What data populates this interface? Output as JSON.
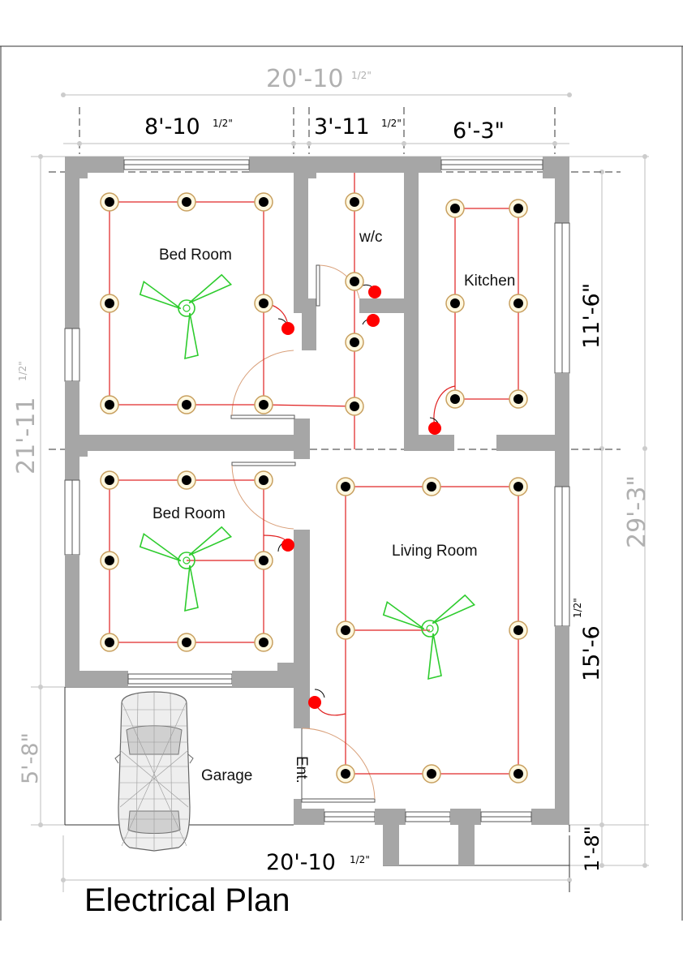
{
  "title": "Electrical Plan",
  "dimensions": {
    "top_overall": "20'-10",
    "top_overall_frac": "1/2\"",
    "top_seg1": "8'-10",
    "top_seg1_frac": "1/2\"",
    "top_seg2": "3'-11",
    "top_seg2_frac": "1/2\"",
    "top_seg3": "6'-3\"",
    "bottom_overall": "20'-10",
    "bottom_overall_frac": "1/2\"",
    "left_upper": "21'-11",
    "left_upper_frac": "1/2\"",
    "left_lower": "5'-8\"",
    "right_kitchen": "11'-6\"",
    "right_living": "15'-6",
    "right_living_frac": "1/2\"",
    "right_overall": "29'-3\"",
    "right_porch": "1'-8\""
  },
  "rooms": {
    "bed_room_1": "Bed Room",
    "bed_room_2": "Bed Room",
    "wc": "w/c",
    "kitchen": "Kitchen",
    "living_room": "Living Room",
    "garage": "Garage",
    "entrance": "Ent."
  },
  "colors": {
    "wall": "#a6a6a6",
    "wire": "#e02020",
    "fan": "#2ecc2e",
    "switch": "#ff0000",
    "light_ring": "#c8a060"
  }
}
